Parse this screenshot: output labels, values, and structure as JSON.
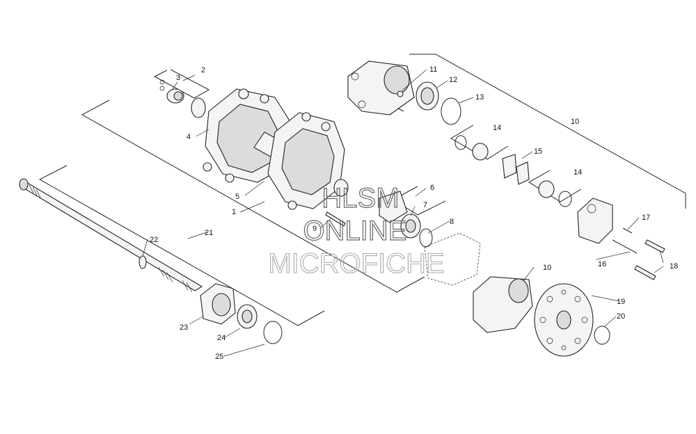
{
  "callouts": [
    "1",
    "2",
    "3",
    "4",
    "5",
    "6",
    "7",
    "8",
    "9",
    "10",
    "10",
    "11",
    "12",
    "13",
    "14",
    "14",
    "15",
    "16",
    "17",
    "18",
    "19",
    "20",
    "21",
    "22",
    "23",
    "24",
    "25"
  ],
  "watermark": {
    "line1": "HLSM",
    "line2": "ONLINE",
    "line3": "MICROFICHE"
  }
}
